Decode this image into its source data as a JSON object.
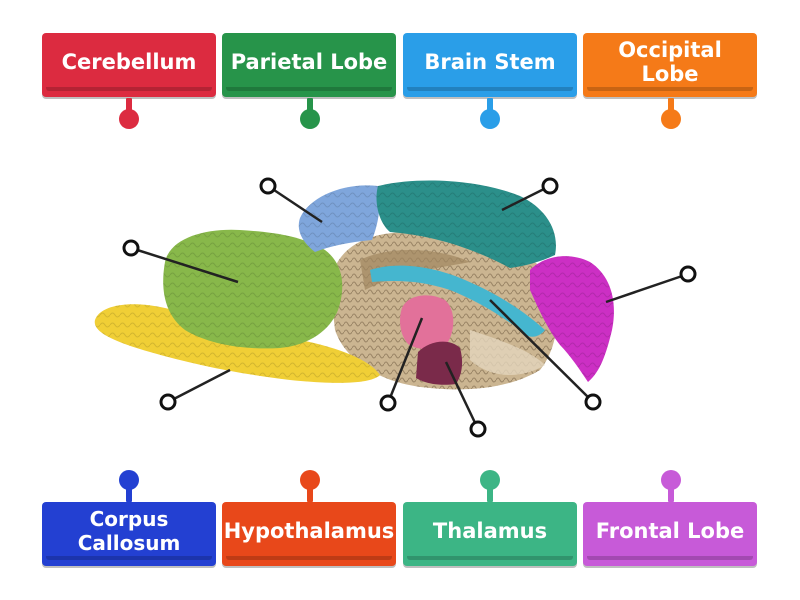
{
  "top_labels": [
    {
      "label": "Cerebellum",
      "color": "#dc2b40"
    },
    {
      "label": "Parietal Lobe",
      "color": "#27944a"
    },
    {
      "label": "Brain Stem",
      "color": "#2a9ee8"
    },
    {
      "label": "Occipital Lobe",
      "color": "#f57a18"
    }
  ],
  "bottom_labels": [
    {
      "label": "Corpus Callosum",
      "color": "#2340d2"
    },
    {
      "label": "Hypothalamus",
      "color": "#e8481a"
    },
    {
      "label": "Thalamus",
      "color": "#3cb585"
    },
    {
      "label": "Frontal Lobe",
      "color": "#c75ad8"
    }
  ],
  "brain_region_colors": {
    "olfactory": "#f0cf36",
    "frontal": "#88b84a",
    "parietal_top": "#7fa6dc",
    "occipital_top": "#2b8f8a",
    "cerebellum": "#cc2fc4",
    "brainstem_channel": "#45b6cf",
    "thalamus": "#e2719a",
    "hypothalamus": "#7a2a4a"
  }
}
